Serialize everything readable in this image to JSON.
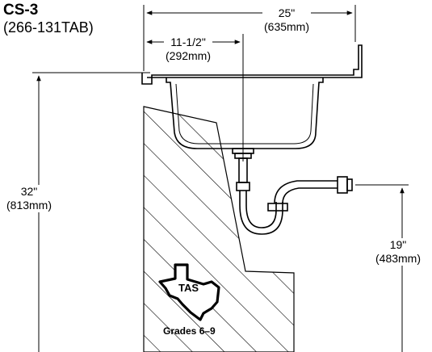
{
  "header": {
    "model": "CS-3",
    "part_number": "(266-131TAB)"
  },
  "dimensions": {
    "overall_width": {
      "imperial": "25\"",
      "metric": "(635mm)"
    },
    "drain_offset": {
      "imperial": "11-1/2\"",
      "metric": "(292mm)"
    },
    "rim_height": {
      "imperial": "32\"",
      "metric": "(813mm)"
    },
    "drain_outlet_height": {
      "imperial": "19\"",
      "metric": "(483mm)"
    }
  },
  "badge": {
    "state_label": "TAS",
    "grades": "Grades 6–9"
  }
}
